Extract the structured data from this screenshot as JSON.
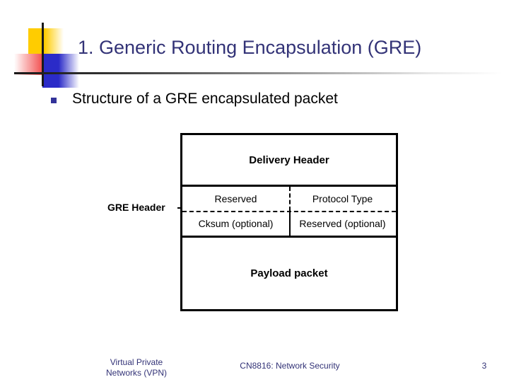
{
  "slide": {
    "title": "1. Generic Routing Encapsulation (GRE)",
    "bullet": "Structure of a GRE encapsulated packet",
    "callout_label": "GRE Header"
  },
  "colors": {
    "title": "#333377",
    "bullet_marker": "#333399",
    "logo_yellow": "#FFCC00",
    "logo_red": "#F03030",
    "logo_blue": "#2B2BC8",
    "diagram_border": "#000000",
    "footer": "#333377"
  },
  "diagram": {
    "delivery_header": "Delivery Header",
    "gre_cells": [
      "Reserved",
      "Protocol Type",
      "Cksum (optional)",
      "Reserved (optional)"
    ],
    "payload": "Payload packet"
  },
  "footer": {
    "left_line1": "Virtual Private",
    "left_line2": "Networks (VPN)",
    "center": "CN8816: Network Security",
    "page_number": "3"
  }
}
